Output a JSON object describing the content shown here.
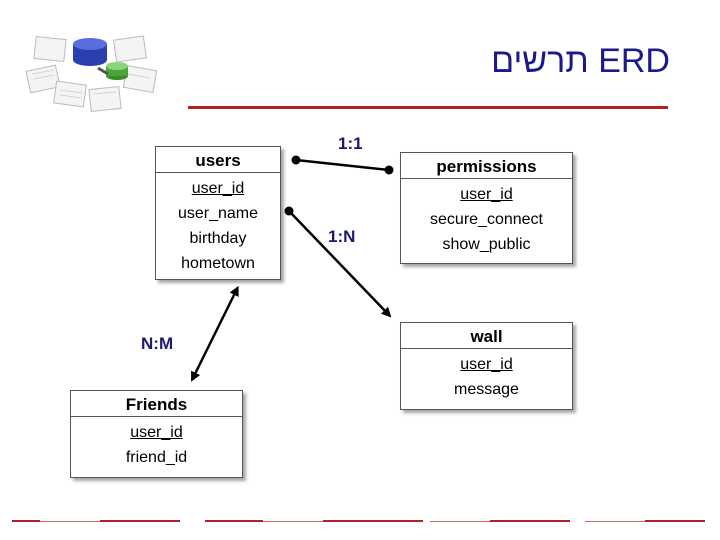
{
  "title": "ERD תרשים",
  "entities": {
    "users": {
      "name": "users",
      "attrs": [
        "user_id",
        "user_name",
        "birthday",
        "hometown"
      ]
    },
    "permissions": {
      "name": "permissions",
      "attrs": [
        "user_id",
        "secure_connect",
        "show_public"
      ]
    },
    "wall": {
      "name": "wall",
      "attrs": [
        "user_id",
        "message"
      ]
    },
    "friends": {
      "name": "Friends",
      "attrs": [
        "user_id",
        "friend_id"
      ]
    }
  },
  "relations": {
    "one_to_one": "1:1",
    "one_to_many": "1:N",
    "many_to_many": "N:M"
  },
  "colors": {
    "title": "#1a1a8c",
    "accent_rule": "#b22222",
    "relation_label": "#1a1a6e"
  }
}
